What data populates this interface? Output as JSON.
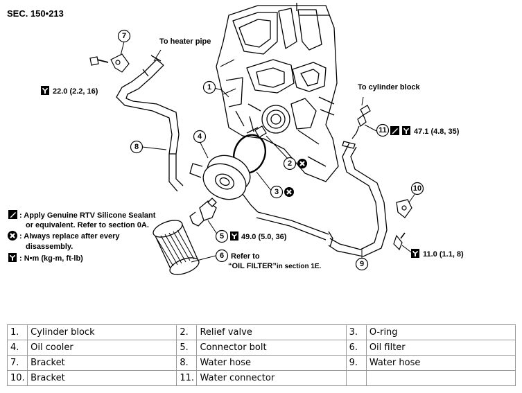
{
  "section": "SEC. 150•213",
  "callouts": {
    "c1": "1",
    "c2": "2",
    "c3": "3",
    "c4": "4",
    "c5": "5",
    "c6": "6",
    "c7": "7",
    "c8": "8",
    "c9": "9",
    "c10": "10",
    "c11": "11"
  },
  "labels": {
    "to_heater_pipe": "To heater pipe",
    "to_cylinder_block": "To cylinder block",
    "torque_7": "22.0 (2.2, 16)",
    "torque_11": "47.1 (4.8, 35)",
    "torque_5": "49.0 (5.0, 36)",
    "torque_10": "11.0 (1.1, 8)",
    "refer_line1": "Refer to",
    "refer_line2_bold": "“OIL FILTER”",
    "refer_line2_rest": "in section 1E."
  },
  "legend": {
    "sealant_line1": ": Apply Genuine RTV Silicone Sealant",
    "sealant_line2": "or equivalent. Refer to section 0A.",
    "replace_line1": ": Always replace after every",
    "replace_line2": "disassembly.",
    "torque_unit": ": N•m (kg-m, ft-lb)"
  },
  "parts": [
    [
      {
        "num": "1.",
        "name": "Cylinder block"
      },
      {
        "num": "2.",
        "name": "Relief valve"
      },
      {
        "num": "3.",
        "name": "O-ring"
      }
    ],
    [
      {
        "num": "4.",
        "name": "Oil cooler"
      },
      {
        "num": "5.",
        "name": "Connector bolt"
      },
      {
        "num": "6.",
        "name": "Oil filter"
      }
    ],
    [
      {
        "num": "7.",
        "name": "Bracket"
      },
      {
        "num": "8.",
        "name": "Water hose"
      },
      {
        "num": "9.",
        "name": "Water hose"
      }
    ],
    [
      {
        "num": "10.",
        "name": "Bracket"
      },
      {
        "num": "11.",
        "name": "Water connector"
      },
      {
        "num": "",
        "name": ""
      }
    ]
  ]
}
